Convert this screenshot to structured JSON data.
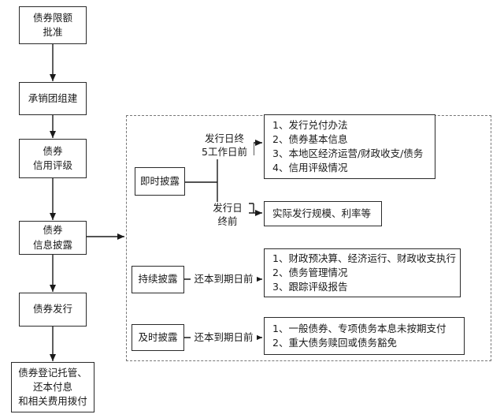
{
  "flow": {
    "step1": [
      "债券限额",
      "批准"
    ],
    "step2": "承销团组建",
    "step3": [
      "债券",
      "信用评级"
    ],
    "step4": [
      "债券",
      "信息披露"
    ],
    "step5": "债券发行",
    "step6": [
      "债券登记托管、",
      "还本付息",
      "和相关费用拨付"
    ]
  },
  "disclosure": {
    "immediate": {
      "label": "即时披露",
      "timing1": [
        "发行日终",
        "5工作日前"
      ],
      "items1": [
        "1、发行兑付办法",
        "2、债券基本信息",
        "3、本地区经济运营/财政收支/债务",
        "4、信用评级情况"
      ],
      "timing2": [
        "发行日",
        "终前"
      ],
      "items2": [
        "实际发行规模、利率等"
      ]
    },
    "continuous": {
      "label": "持续披露",
      "timing": "还本到期日前",
      "items": [
        "1、财政预决算、经济运行、财政收支执行",
        "2、债务管理情况",
        "3、跟踪评级报告"
      ]
    },
    "timely": {
      "label": "及时披露",
      "timing": "还本到期日前",
      "items": [
        "1、一般债券、专项债务本息未按期支付",
        "2、重大债务赎回或债务豁免"
      ]
    }
  }
}
